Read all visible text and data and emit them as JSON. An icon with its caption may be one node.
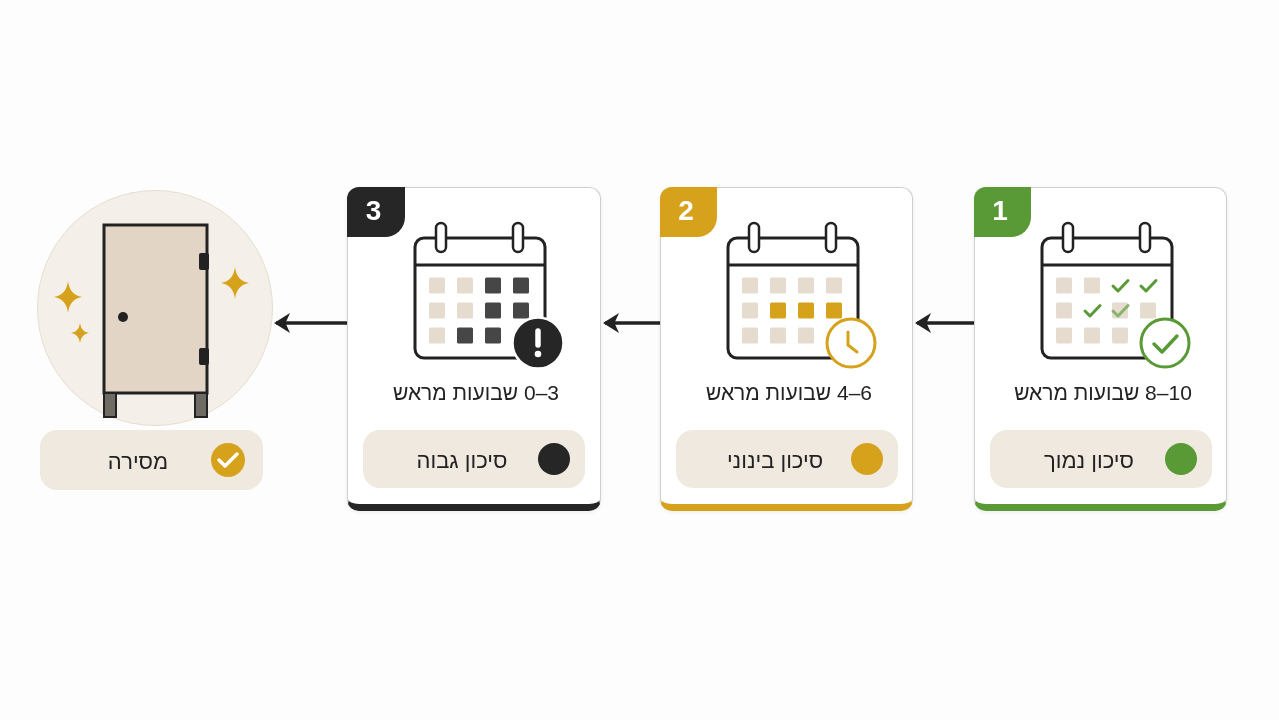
{
  "diagram": {
    "nodes": [
      {
        "text": [
          "8–10 שבועות מראש"
        ]
      },
      {
        "text": [
          "1"
        ],
        "in": 0
      },
      {
        "text": [
          "סיכון נמוך"
        ],
        "in": 0
      },
      {
        "text": [
          "4–6 שבועות מראש"
        ]
      },
      {
        "text": [
          "2"
        ],
        "in": 3
      },
      {
        "text": [
          "סיכון בינוני"
        ],
        "in": 3
      },
      {
        "text": [
          "0–3 שבועות מראש"
        ]
      },
      {
        "text": [
          "3"
        ],
        "in": 6
      },
      {
        "text": [
          "סיכון גבוה"
        ],
        "in": 6
      },
      {
        "text": [],
        "shape": "picture"
      },
      {
        "text": [
          "מסירה"
        ]
      }
    ],
    "edges": [
      {
        "from": 0,
        "to": 3,
        "arrow": "to"
      },
      {
        "from": 3,
        "to": 6,
        "arrow": "to"
      },
      {
        "from": 6,
        "to": 9,
        "arrow": "to"
      }
    ]
  }
}
